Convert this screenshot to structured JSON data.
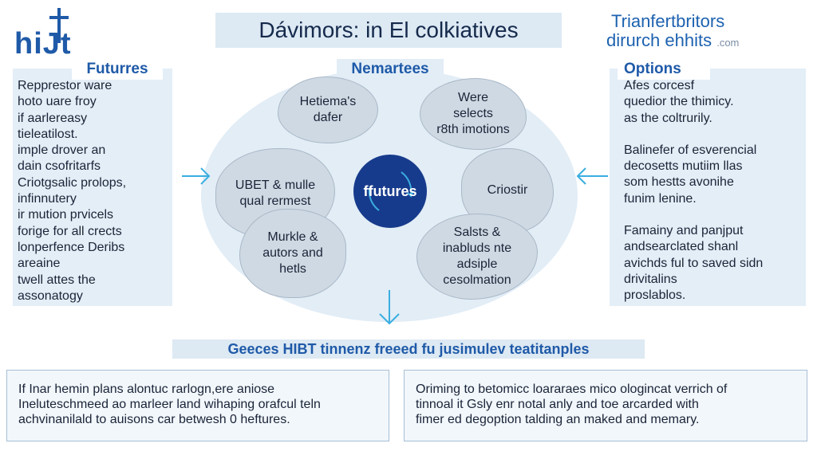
{
  "logo": {
    "text": "hiJt"
  },
  "title": "Dávimors: in El colkiatives",
  "top_right": {
    "line1": "Trianfertbritors",
    "line2": "dirurch ehhits",
    "line2_suffix": ".com"
  },
  "left_panel": {
    "heading": "Futurres",
    "lines": [
      "Repprestor ware",
      "hoto uare froy",
      "if aarlereasy",
      "tieleatilost.",
      "imple drover an",
      "dain csofritarfs",
      "Criotgsalic prolops,",
      "infinnutery",
      "ir mution prvicels",
      "forige for all crects",
      "lonperfence Deribs",
      "areaine",
      "twell attes the",
      "assonatogy"
    ]
  },
  "center": {
    "heading": "Nemartees",
    "hub_label": "ffutures",
    "blobs": [
      {
        "lines": [
          "Hetiema's",
          "dafer"
        ]
      },
      {
        "lines": [
          "Were",
          "selects",
          "r8th imotions"
        ]
      },
      {
        "lines": [
          "UBET & mulle",
          "qual rermest"
        ]
      },
      {
        "lines": [
          "Criostir"
        ]
      },
      {
        "lines": [
          "Murkle &",
          "autors and",
          "hetls"
        ]
      },
      {
        "lines": [
          "Salsts &",
          "inabluds nte",
          "adsiple",
          "cesolmation"
        ]
      }
    ]
  },
  "right_panel": {
    "heading": "Options",
    "paragraphs": [
      [
        "Afes corcesf",
        "quedior the thimicy.",
        "as the coltrurily."
      ],
      [
        "Balinefer of esverencial",
        "decosetts mutiim llas",
        "som hestts avonihe",
        "funim lenine."
      ],
      [
        "Famainy and panjput",
        "andsearclated shanl",
        "avichds ful to saved sidn",
        "drivitalins",
        "proslablos."
      ]
    ]
  },
  "banner": "Geeces HIBT tinnenz freeed fu jusimulev teatitanples",
  "bottom_left": {
    "lines": [
      "If Inar hemin plans alontuc rarlogn,ere aniose",
      "Ineluteschmeed ao marleer land wihaping orafcul teln",
      "achvinanilald to auisons car betwesh 0 heftures."
    ]
  },
  "bottom_right": {
    "lines": [
      "Oriming to betomicc loararaes mico ologincat verrich of",
      "tinnoal it Gsly enr notal anly and toe arcarded with",
      "fimer ed degoption talding an maked and memary."
    ]
  },
  "colors": {
    "accent": "#1f5aa8",
    "hub": "#173b8c",
    "panel_bg": "#e3eef7",
    "arrow": "#3aaee0"
  },
  "icons": {
    "arrows": "arrow-right-icon, arrow-left-icon, arrow-down-icon",
    "hub": "circular-arrow-icon"
  }
}
